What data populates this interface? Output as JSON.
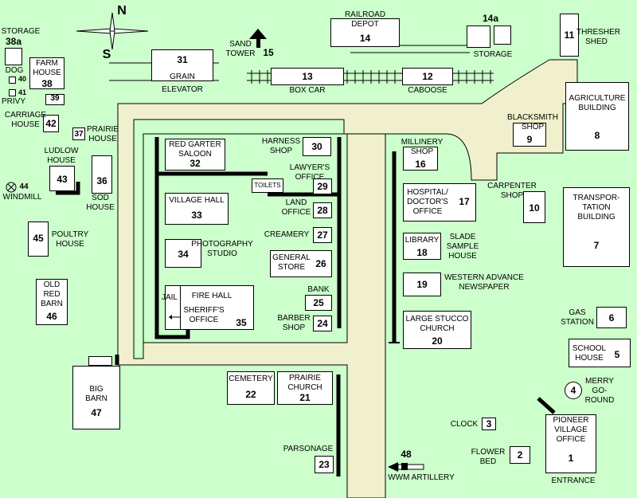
{
  "map": {
    "compass": {
      "north": "N",
      "south": "S"
    },
    "paths": {
      "road": "#f0f0cc",
      "rail": "#000000"
    },
    "sites": {
      "s1": {
        "name": "PIONEER\nVILLAGE\nOFFICE",
        "num": "1"
      },
      "s1e": {
        "name": "ENTRANCE"
      },
      "s2": {
        "name": "FLOWER\nBED",
        "num": "2"
      },
      "s3": {
        "name": "CLOCK",
        "num": "3"
      },
      "s4": {
        "name": "MERRY\nGO-\nROUND",
        "num": "4"
      },
      "s5": {
        "name": "SCHOOL\nHOUSE",
        "num": "5"
      },
      "s6": {
        "name": "GAS\nSTATION",
        "num": "6"
      },
      "s7": {
        "name": "TRANSPOR-\nTATION\nBUILDING",
        "num": "7"
      },
      "s8": {
        "name": "AGRICULTURE\nBUILDING",
        "num": "8"
      },
      "s9": {
        "name": "BLACKSMITH\nSHOP",
        "num": "9"
      },
      "s10": {
        "name": "CARPENTER\nSHOP",
        "num": "10"
      },
      "s11": {
        "name": "THRESHER\nSHED",
        "num": "11"
      },
      "s12": {
        "name": "CABOOSE",
        "num": "12"
      },
      "s13": {
        "name": "BOX CAR",
        "num": "13"
      },
      "s14": {
        "name": "RAILROAD\nDEPOT",
        "num": "14"
      },
      "s14a": {
        "name": "STORAGE",
        "num": "14a"
      },
      "s15": {
        "name": "SAND\nTOWER",
        "num": "15"
      },
      "s16": {
        "name": "MILLINERY\nSHOP",
        "num": "16"
      },
      "s17": {
        "name": "HOSPITAL/\nDOCTOR'S\nOFFICE",
        "num": "17"
      },
      "s18": {
        "name": "LIBRARY",
        "num": "18"
      },
      "s18b": {
        "name": "SLADE\nSAMPLE\nHOUSE"
      },
      "s19": {
        "name": "WESTERN ADVANCE\nNEWSPAPER",
        "num": "19"
      },
      "s20": {
        "name": "LARGE STUCCO\nCHURCH",
        "num": "20"
      },
      "s21": {
        "name": "PRAIRIE\nCHURCH",
        "num": "21"
      },
      "s22": {
        "name": "CEMETERY",
        "num": "22"
      },
      "s23": {
        "name": "PARSONAGE",
        "num": "23"
      },
      "s24": {
        "name": "BARBER\nSHOP",
        "num": "24"
      },
      "s25": {
        "name": "BANK",
        "num": "25"
      },
      "s26": {
        "name": "GENERAL\nSTORE",
        "num": "26"
      },
      "s27": {
        "name": "CREAMERY",
        "num": "27"
      },
      "s28": {
        "name": "LAND\nOFFICE",
        "num": "28"
      },
      "s29": {
        "name": "LAWYER'S\nOFFICE",
        "num": "29"
      },
      "s29t": {
        "name": "TOILETS"
      },
      "s30": {
        "name": "HARNESS\nSHOP",
        "num": "30"
      },
      "s31": {
        "name": "GRAIN\nELEVATOR",
        "num": "31"
      },
      "s32": {
        "name": "RED GARTER\nSALOON",
        "num": "32"
      },
      "s33": {
        "name": "VILLAGE HALL",
        "num": "33"
      },
      "s34": {
        "name": "PHOTOGRAPHY\nSTUDIO",
        "num": "34"
      },
      "s35": {
        "name": "FIRE HALL",
        "num": "35"
      },
      "s35j": {
        "name": "JAIL"
      },
      "s35s": {
        "name": "SHERIFF'S\nOFFICE"
      },
      "s36": {
        "name": "SOD\nHOUSE",
        "num": "36"
      },
      "s37": {
        "name": "PRAIRIE\nHOUSE",
        "num": "37"
      },
      "s38": {
        "name": "FARM\nHOUSE",
        "num": "38"
      },
      "s38a": {
        "name": "STORAGE",
        "num": "38a"
      },
      "s39": {
        "num": "39"
      },
      "s40": {
        "name": "DOG",
        "num": "40"
      },
      "s41": {
        "name": "PRIVY",
        "num": "41"
      },
      "s42": {
        "name": "CARRIAGE\nHOUSE",
        "num": "42"
      },
      "s43": {
        "name": "LUDLOW\nHOUSE",
        "num": "43"
      },
      "s44": {
        "name": "WINDMILL",
        "num": "44"
      },
      "s45": {
        "name": "POULTRY\nHOUSE",
        "num": "45"
      },
      "s46": {
        "name": "OLD\nRED\nBARN",
        "num": "46"
      },
      "s47": {
        "name": "BIG\nBARN",
        "num": "47"
      },
      "s48": {
        "name": "WWM ARTILLERY",
        "num": "48"
      }
    }
  }
}
